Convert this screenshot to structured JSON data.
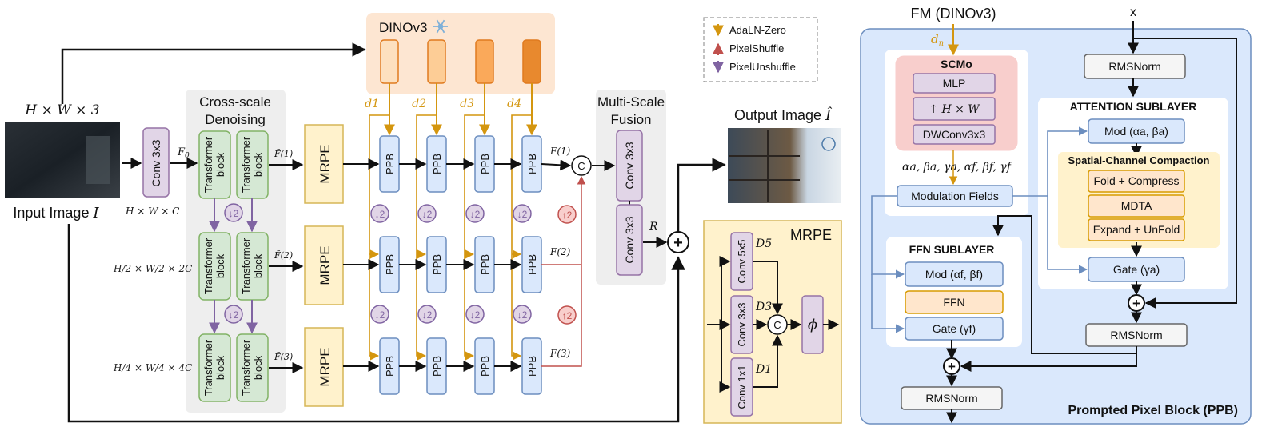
{
  "input": {
    "shape_label": "H × W × 3",
    "caption": "Input Image",
    "caption_symbol": "I"
  },
  "stem": {
    "conv": "Conv 3x3",
    "feature": "F",
    "feature_sub": "0",
    "shape": "H × W × C"
  },
  "cross_scale": {
    "title_line1": "Cross-scale",
    "title_line2": "Denoising",
    "transformer_l1": "Transformer",
    "transformer_l2": "block",
    "downsample": "↓2",
    "scale_labels": [
      "H/2 × W/2 × 2C",
      "H/4 × W/4 × 4C"
    ],
    "feature_labels": [
      "F̃(1)",
      "F̃(2)",
      "F̃(3)"
    ]
  },
  "mrpe_label": "MRPE",
  "dinov3": {
    "title": "DINOv3",
    "snow_icon": "snowflake-icon",
    "d_labels": [
      "d1",
      "d2",
      "d3",
      "d4"
    ],
    "column_colors": [
      "#fde0bf",
      "#fdcd96",
      "#faa95a",
      "#e8892e"
    ]
  },
  "ppb_label": "PPB",
  "ppb_down": "↓2",
  "ppb_up": "↑2",
  "pyramid_outputs": [
    "F(1)",
    "F(2)",
    "F(3)"
  ],
  "concat_symbol": "C",
  "fusion": {
    "title_line1": "Multi-Scale",
    "title_line2": "Fusion",
    "conv_a": "Conv 3x3",
    "conv_b": "Conv 3x3",
    "residual": "R"
  },
  "output": {
    "caption": "Output Image",
    "symbol": "Î"
  },
  "legend": {
    "items": [
      "AdaLN-Zero",
      "PixelShuffle",
      "PixelUnshuffle"
    ],
    "colors": [
      "#d4960f",
      "#c0504d",
      "#8064a2"
    ]
  },
  "mrpe_detail": {
    "title": "MRPE",
    "convs": [
      "Conv 5x5",
      "Conv 3x3",
      "Conv 1x1"
    ],
    "d_labels": [
      "D5",
      "D3",
      "D1"
    ],
    "phi": "ϕ"
  },
  "ppb_detail": {
    "fm_label": "FM (DINOv3)",
    "x_label": "x",
    "dn": "dn",
    "scmo": {
      "title": "SCMo",
      "items": [
        "MLP",
        "↑ H × W",
        "DWConv3x3"
      ]
    },
    "mod_params": "αa, βa, γa, αf, βf, γf",
    "modulation_fields": "Modulation Fields",
    "rmsnorm": "RMSNorm",
    "attention": {
      "title": "ATTENTION SUBLAYER",
      "mod": "Mod (αa, βa)",
      "scc_title": "Spatial-Channel Compaction",
      "scc_items": [
        "Fold + Compress",
        "MDTA",
        "Expand + UnFold"
      ],
      "gate": "Gate (γa)"
    },
    "ffn": {
      "title": "FFN SUBLAYER",
      "mod": "Mod (αf, βf)",
      "ffn": "FFN",
      "gate": "Gate (γf)"
    },
    "caption": "Prompted Pixel Block (PPB)"
  },
  "colors": {
    "gold": "#d4960f",
    "red": "#c0504d",
    "purple": "#8064a2",
    "transformer_green": "#d5e8d4",
    "mrpe_yellow": "#fff2cc",
    "ppb_blue": "#dae8fc",
    "conv_purple": "#e1d5e7",
    "scmo_red": "#f8cecc",
    "orange_box": "#ffe6cc"
  }
}
